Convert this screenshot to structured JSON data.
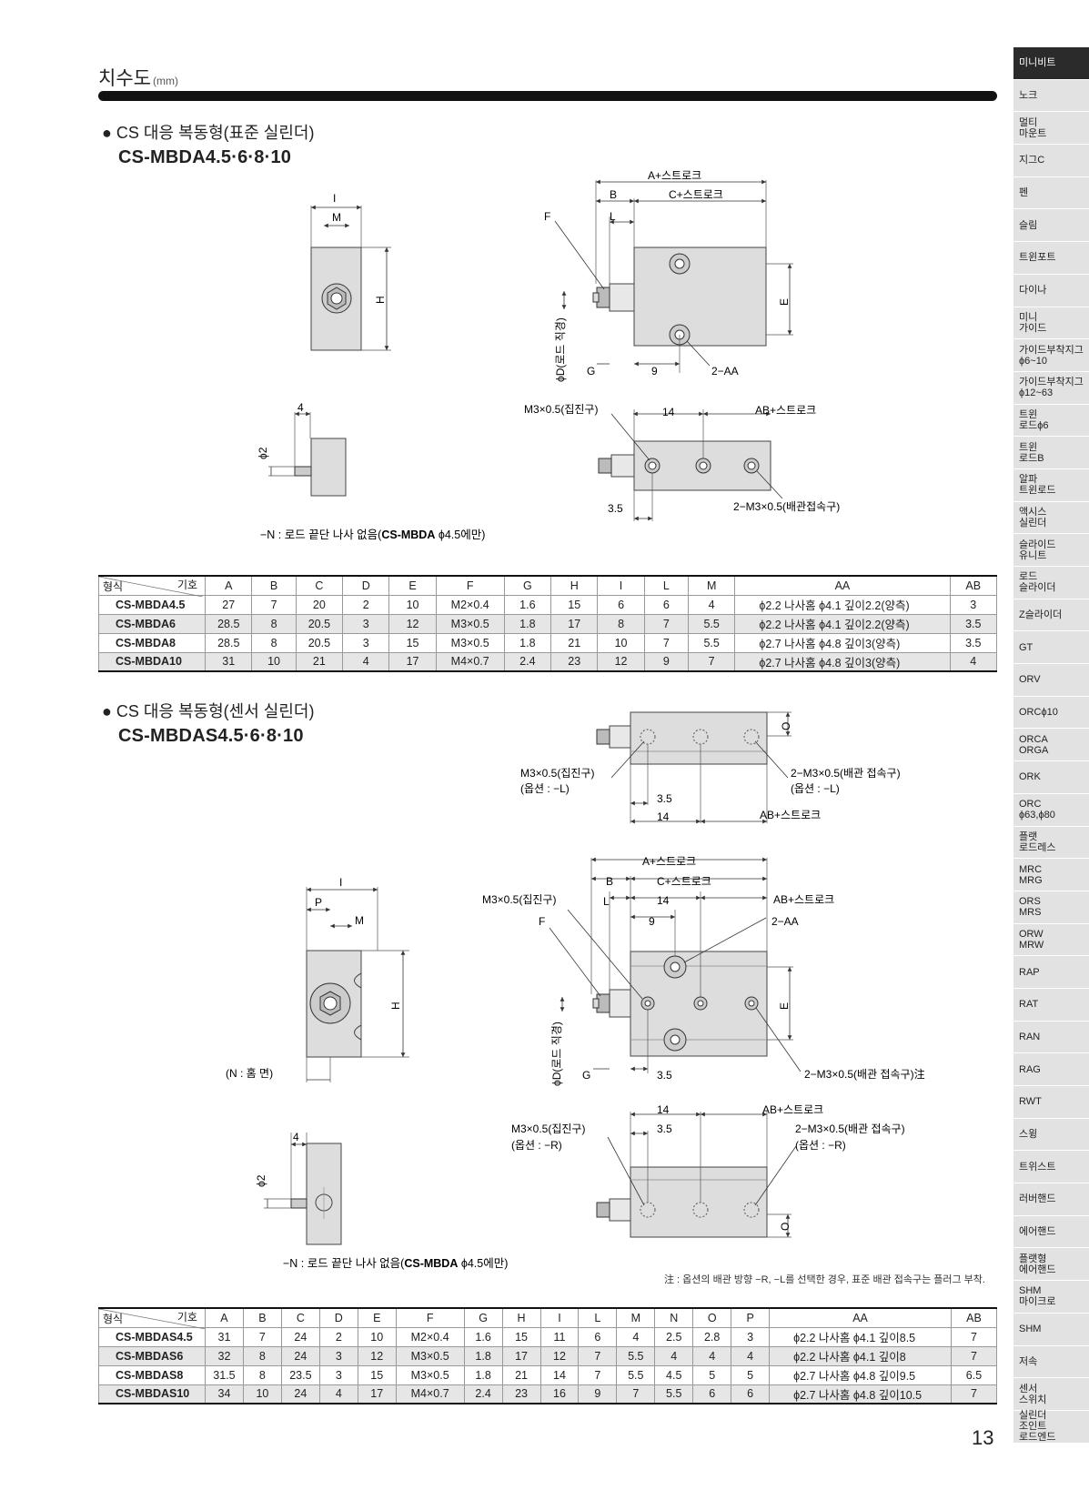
{
  "header": {
    "title": "치수도",
    "unit": "(mm)"
  },
  "section1": {
    "title": "● CS 대응 복동형(표준 실린더)",
    "model": "CS-MBDA4.5·6·8·10",
    "labels": {
      "I": "I",
      "M": "M",
      "H": "H",
      "A_stroke": "A+스트로크",
      "B": "B",
      "C_stroke": "C+스트로크",
      "F": "F",
      "L": "L",
      "E": "E",
      "rod_dia": "ϕD(로드 직경)",
      "G": "G",
      "nine": "9",
      "two_AA": "2−AA",
      "four": "4",
      "phi2": "ϕ2",
      "m3_collect": "M3×0.5(집진구)",
      "fourteen": "14",
      "AB_stroke": "AB+스트로크",
      "three5": "3.5",
      "two_m3_pipe": "2−M3×0.5(배관접속구)",
      "note_prefix": "−N : 로드 끝단 나사 없음(",
      "note_bold": "CS-MBDA",
      "note_suffix": " ϕ4.5에만)"
    }
  },
  "table1": {
    "corner_a": "형식",
    "corner_b": "기호",
    "headers": [
      "A",
      "B",
      "C",
      "D",
      "E",
      "F",
      "G",
      "H",
      "I",
      "L",
      "M",
      "AA",
      "AB"
    ],
    "rows": [
      [
        "CS-MBDA4.5",
        "27",
        "7",
        "20",
        "2",
        "10",
        "M2×0.4",
        "1.6",
        "15",
        "6",
        "6",
        "4",
        "ϕ2.2 나사홈 ϕ4.1 깊이2.2(양측)",
        "3"
      ],
      [
        "CS-MBDA6",
        "28.5",
        "8",
        "20.5",
        "3",
        "12",
        "M3×0.5",
        "1.8",
        "17",
        "8",
        "7",
        "5.5",
        "ϕ2.2 나사홈 ϕ4.1 깊이2.2(양측)",
        "3.5"
      ],
      [
        "CS-MBDA8",
        "28.5",
        "8",
        "20.5",
        "3",
        "15",
        "M3×0.5",
        "1.8",
        "21",
        "10",
        "7",
        "5.5",
        "ϕ2.7 나사홈 ϕ4.8 깊이3(양측)",
        "3.5"
      ],
      [
        "CS-MBDA10",
        "31",
        "10",
        "21",
        "4",
        "17",
        "M4×0.7",
        "2.4",
        "23",
        "12",
        "9",
        "7",
        "ϕ2.7 나사홈 ϕ4.8 깊이3(양측)",
        "4"
      ]
    ]
  },
  "section2": {
    "title": "● CS 대응 복동형(센서 실린더)",
    "model": "CS-MBDAS4.5·6·8·10",
    "labels": {
      "O": "O",
      "m3_collect_L": "M3×0.5(집진구)",
      "option_L": "(옵션 : −L)",
      "two_m3_pipe_L": "2−M3×0.5(배관 접속구)",
      "option_L2": "(옵션 : −L)",
      "three5": "3.5",
      "fourteen": "14",
      "AB_stroke": "AB+스트로크",
      "I": "I",
      "P": "P",
      "M": "M",
      "H": "H",
      "groove": "(N : 홈 면)",
      "A_stroke": "A+스트로크",
      "B": "B",
      "C_stroke": "C+스트로크",
      "m3_collect": "M3×0.5(집진구)",
      "L": "L",
      "F": "F",
      "nine": "9",
      "two_AA": "2−AA",
      "E": "E",
      "rod_dia": "ϕD(로드 직경)",
      "G": "G",
      "two_m3_pipe_note": "2−M3×0.5(배관 접속구)注",
      "m3_collect_R": "M3×0.5(집진구)",
      "option_R": "(옵션 : −R)",
      "two_m3_pipe_R": "2−M3×0.5(배관 접속구)",
      "option_R2": "(옵션 : −R)",
      "four": "4",
      "phi2": "ϕ2",
      "note_prefix": "−N : 로드 끝단 나사 없음(",
      "note_bold": "CS-MBDA",
      "note_suffix": " ϕ4.5에만)"
    },
    "footnote": "注 : 옵션의 배관 방향 −R, −L를 선택한 경우, 표준 배관 접속구는 플러그 부착."
  },
  "table2": {
    "corner_a": "형식",
    "corner_b": "기호",
    "headers": [
      "A",
      "B",
      "C",
      "D",
      "E",
      "F",
      "G",
      "H",
      "I",
      "L",
      "M",
      "N",
      "O",
      "P",
      "AA",
      "AB"
    ],
    "rows": [
      [
        "CS-MBDAS4.5",
        "31",
        "7",
        "24",
        "2",
        "10",
        "M2×0.4",
        "1.6",
        "15",
        "11",
        "6",
        "4",
        "2.5",
        "2.8",
        "3",
        "ϕ2.2 나사홈 ϕ4.1 깊이8.5",
        "7"
      ],
      [
        "CS-MBDAS6",
        "32",
        "8",
        "24",
        "3",
        "12",
        "M3×0.5",
        "1.8",
        "17",
        "12",
        "7",
        "5.5",
        "4",
        "4",
        "4",
        "ϕ2.2 나사홈 ϕ4.1 깊이8",
        "7"
      ],
      [
        "CS-MBDAS8",
        "31.5",
        "8",
        "23.5",
        "3",
        "15",
        "M3×0.5",
        "1.8",
        "21",
        "14",
        "7",
        "5.5",
        "4.5",
        "5",
        "5",
        "ϕ2.7 나사홈 ϕ4.8 깊이9.5",
        "6.5"
      ],
      [
        "CS-MBDAS10",
        "34",
        "10",
        "24",
        "4",
        "17",
        "M4×0.7",
        "2.4",
        "23",
        "16",
        "9",
        "7",
        "5.5",
        "6",
        "6",
        "ϕ2.7 나사홈 ϕ4.8 깊이10.5",
        "7"
      ]
    ]
  },
  "page_number": "13",
  "sidebar": [
    {
      "label": "미니비트",
      "active": true
    },
    {
      "label": "노크"
    },
    {
      "label": "멀티\n마운트"
    },
    {
      "label": "지그C"
    },
    {
      "label": "펜"
    },
    {
      "label": "슬림"
    },
    {
      "label": "트윈포트"
    },
    {
      "label": "다이나"
    },
    {
      "label": "미니\n가이드"
    },
    {
      "label": "가이드부착지그\nϕ6~10"
    },
    {
      "label": "가이드부착지그\nϕ12~63"
    },
    {
      "label": "트윈\n로드ϕ6"
    },
    {
      "label": "트윈\n로드B"
    },
    {
      "label": "알파\n트윈로드"
    },
    {
      "label": "액시스\n실린더"
    },
    {
      "label": "슬라이드\n유니트"
    },
    {
      "label": "로드\n슬라이더"
    },
    {
      "label": "Z슬라이더"
    },
    {
      "label": "GT"
    },
    {
      "label": "ORV"
    },
    {
      "label": "ORCϕ10"
    },
    {
      "label": "ORCA\nORGA"
    },
    {
      "label": "ORK"
    },
    {
      "label": "ORC\nϕ63,ϕ80"
    },
    {
      "label": "플랫\n로드레스"
    },
    {
      "label": "MRC\nMRG"
    },
    {
      "label": "ORS\nMRS"
    },
    {
      "label": "ORW\nMRW"
    },
    {
      "label": "RAP"
    },
    {
      "label": "RAT"
    },
    {
      "label": "RAN"
    },
    {
      "label": "RAG"
    },
    {
      "label": "RWT"
    },
    {
      "label": "스윙"
    },
    {
      "label": "트위스트"
    },
    {
      "label": "러버핸드"
    },
    {
      "label": "에어핸드"
    },
    {
      "label": "플랫형\n에어핸드"
    },
    {
      "label": "SHM\n마이크로"
    },
    {
      "label": "SHM"
    },
    {
      "label": "저속"
    },
    {
      "label": "센서\n스위치"
    },
    {
      "label": "실린더\n조인트\n로드엔드"
    }
  ]
}
